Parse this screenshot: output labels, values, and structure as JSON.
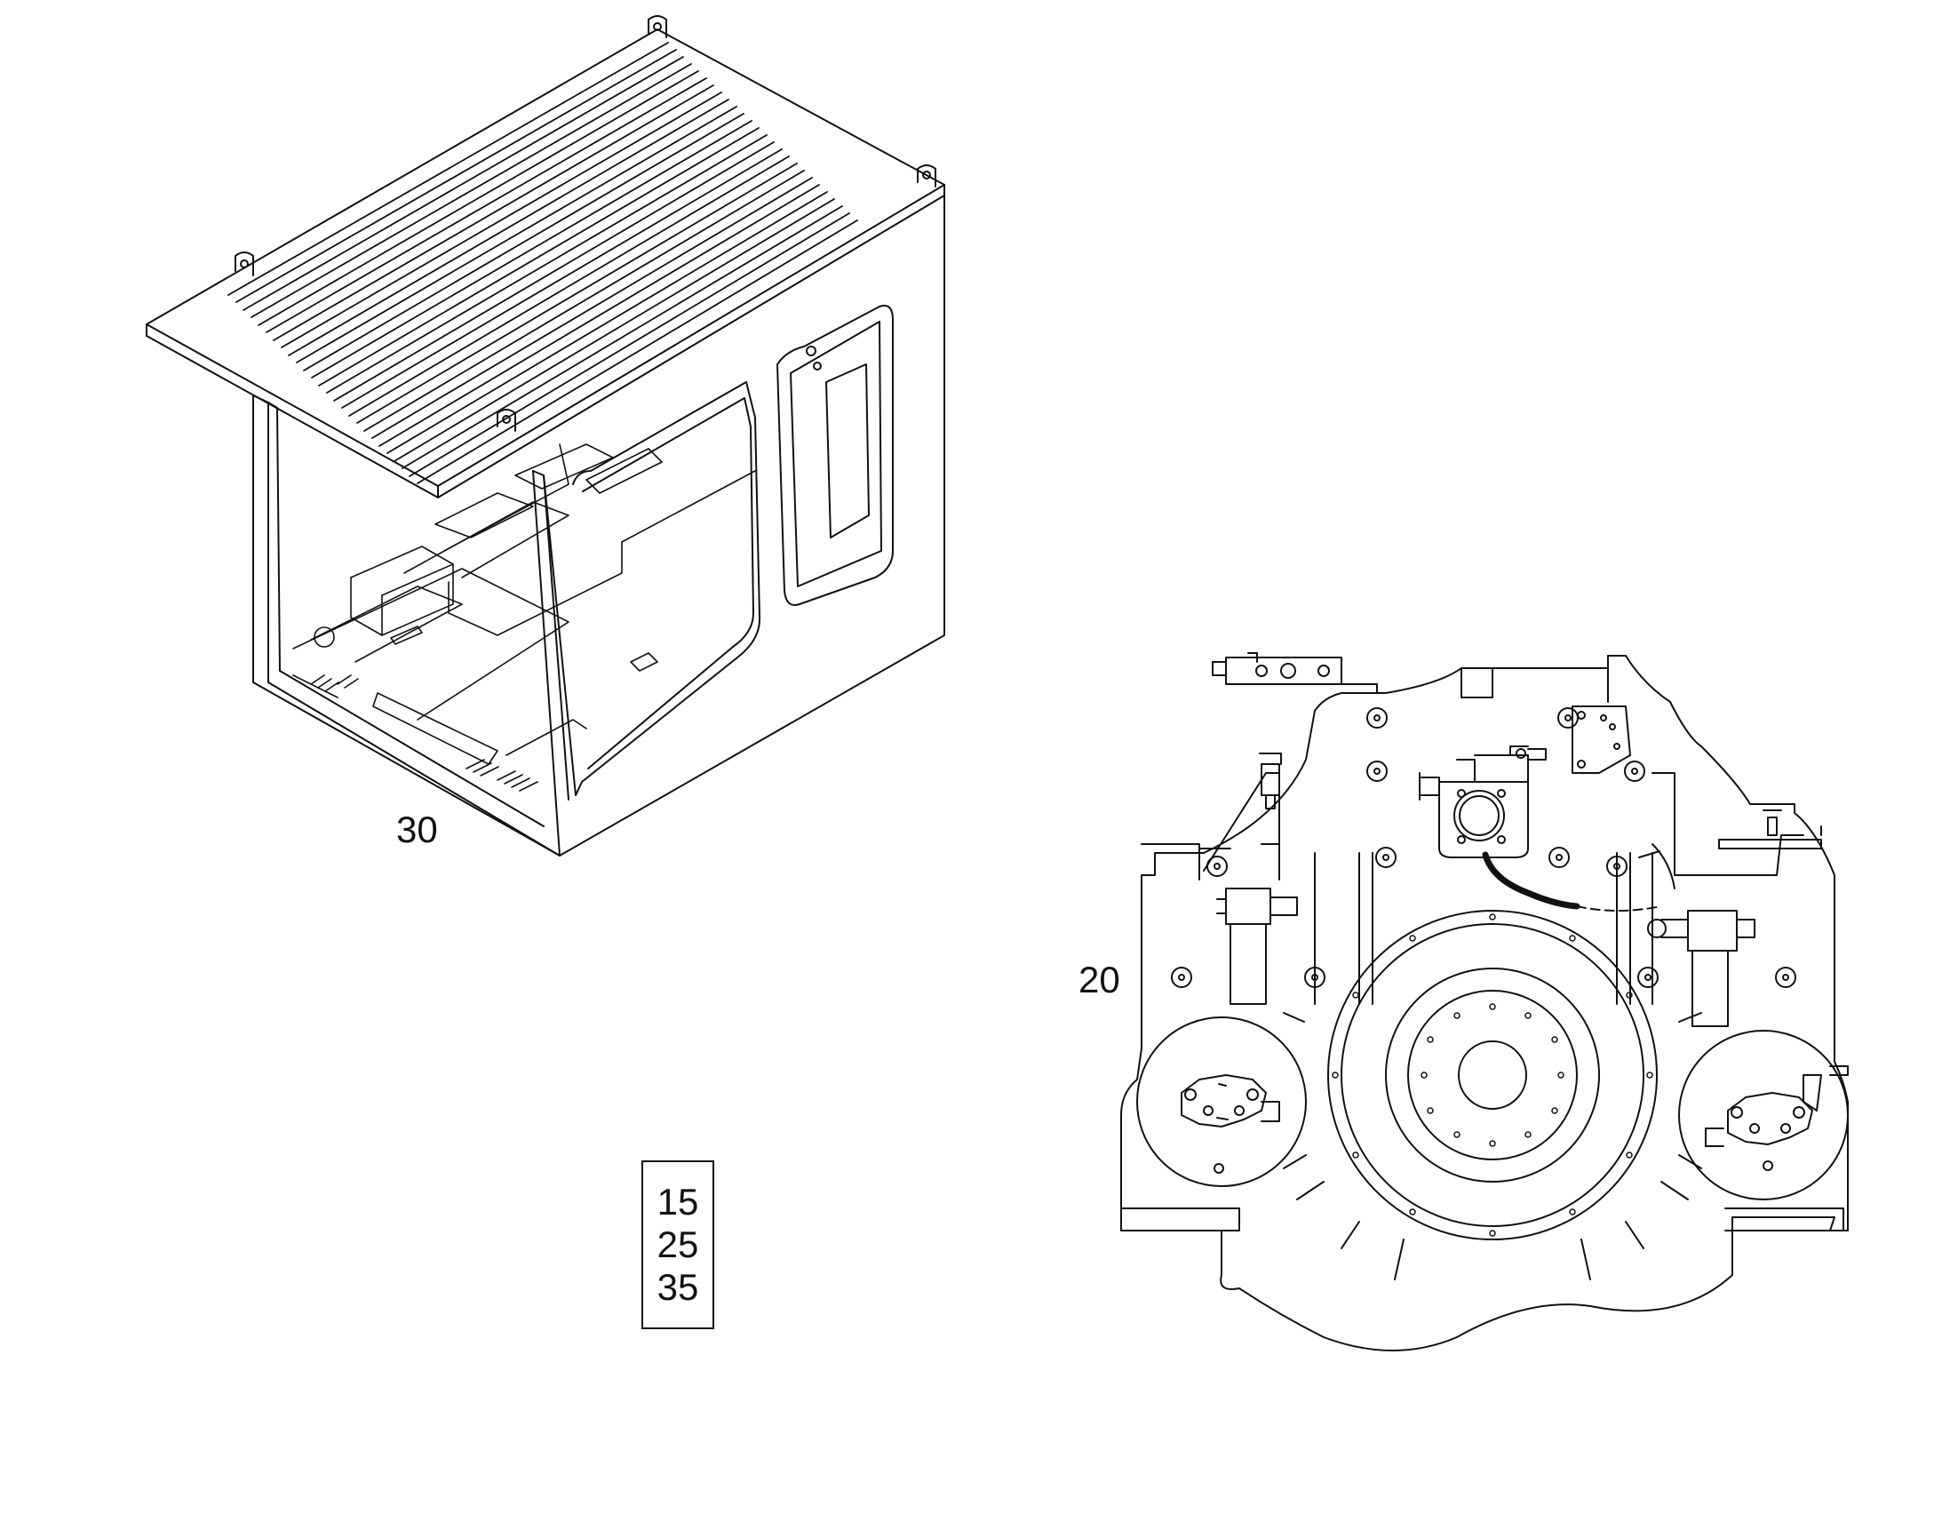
{
  "callouts": {
    "cab": "30",
    "engine": "20"
  },
  "reference_box": {
    "items": [
      "15",
      "25",
      "35"
    ]
  },
  "colors": {
    "line": "#111111",
    "background": "#ffffff"
  }
}
